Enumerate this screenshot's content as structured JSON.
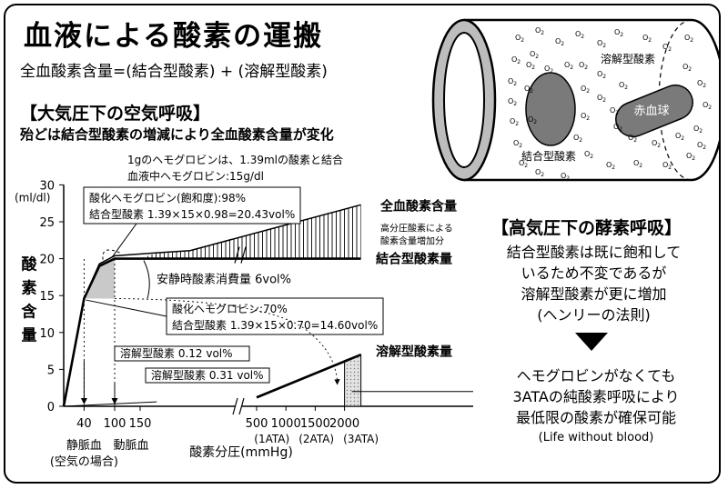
{
  "title": "血液による酸素の運搬",
  "formula": "全血酸素含量=(結合型酸素) + (溶解型酸素)",
  "air": {
    "heading": "【大気圧下の空気呼吸】",
    "subtitle": "殆どは結合型酸素の増減により全血酸素含量が変化"
  },
  "hyper": {
    "heading": "【高気圧下の酵素呼吸】",
    "lines": [
      "結合型酸素は既に飽和して",
      "いるため不変であるが",
      "溶解型酸素が更に増加",
      "(ヘンリーの法則)"
    ],
    "result_lines": [
      "ヘモグロビンがなくても",
      "3ATAの純酸素呼吸により",
      "最低限の酸素が確保可能"
    ],
    "life": "(Life without blood)"
  },
  "vessel": {
    "rbc_label": "赤血球",
    "bound_label": "結合型酸素",
    "dissolved_label": "溶解型酸素",
    "o2_symbol": "O2",
    "colors": {
      "rbc": "#7a7a7a",
      "tube_edge": "#000000"
    }
  },
  "chart_data": {
    "type": "line",
    "notes": [
      "1gのヘモグロビンは、1.39mlの酸素と結合",
      "血液中ヘモグロビン:15g/dl"
    ],
    "ylabel": "酸素含量",
    "yunit": "(ml/dl)",
    "xlabel": "酸素分圧(mmHg)",
    "ylim": [
      0,
      30
    ],
    "yticks": [
      0,
      5,
      10,
      15,
      20,
      25,
      30
    ],
    "xticks": [
      {
        "value": 40,
        "label": "40"
      },
      {
        "value": 100,
        "label": "100"
      },
      {
        "value": 150,
        "label": "150"
      },
      {
        "value": 500,
        "label": "500"
      },
      {
        "value": 1000,
        "label": "1000"
      },
      {
        "value": 1500,
        "label": "1500"
      },
      {
        "value": 2000,
        "label": "2000"
      }
    ],
    "ata_labels": [
      {
        "value": 760,
        "label": "(1ATA)"
      },
      {
        "value": 1520,
        "label": "(2ATA)"
      },
      {
        "value": 2280,
        "label": "(3ATA)"
      }
    ],
    "x_marks": [
      {
        "value": 40,
        "lines": [
          "静脈血",
          "(空気の場合)"
        ]
      },
      {
        "value": 100,
        "lines": [
          "動脈血"
        ]
      }
    ],
    "series": [
      {
        "name": "全血酸素含量",
        "points": [
          [
            0,
            0
          ],
          [
            40,
            14.6
          ],
          [
            70,
            19.3
          ],
          [
            100,
            20.4
          ],
          [
            200,
            20.8
          ],
          [
            300,
            21.1
          ],
          [
            2280,
            27.3
          ]
        ]
      },
      {
        "name": "結合型酸素量",
        "points": [
          [
            0,
            0
          ],
          [
            40,
            14.6
          ],
          [
            70,
            19.0
          ],
          [
            100,
            20.0
          ],
          [
            2280,
            20.0
          ]
        ]
      },
      {
        "name": "溶解型酸素量",
        "points": [
          [
            0,
            0
          ],
          [
            200,
            0.6
          ],
          [
            2280,
            7.0
          ]
        ]
      }
    ],
    "hatch_label": [
      "高分圧酸素による",
      "酸素含量増加分"
    ],
    "annotations": {
      "arterial": [
        "酸化ヘモグロビン(飽和度):98%",
        "結合型酸素 1.39×15×0.98=20.43vol%"
      ],
      "consumption": "安静時酸素消費量 6vol%",
      "venous": [
        "酸化ヘモグロビン:70%",
        "結合型酸素 1.39×15×0.70=14.60vol%"
      ],
      "dissolved_40": "溶解型酸素 0.12 vol%",
      "dissolved_100": "溶解型酸素 0.31 vol%"
    }
  }
}
